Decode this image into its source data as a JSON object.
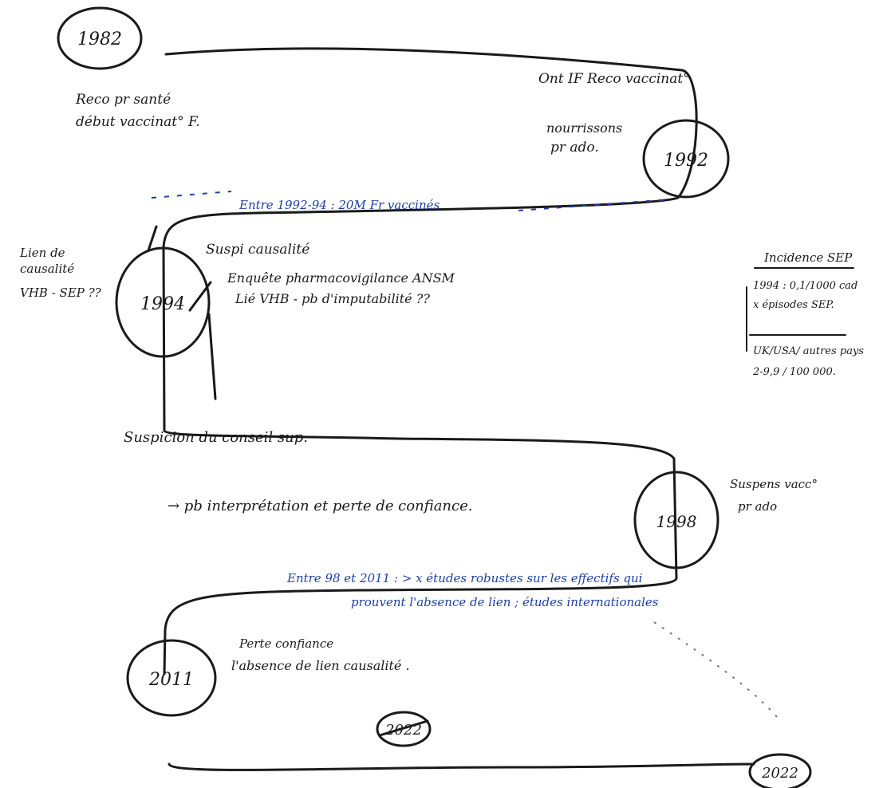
{
  "years": {
    "y1982": "1982",
    "y1992": "1992",
    "y1994": "1994",
    "y1998": "1998",
    "y2011": "2011",
    "y2022a": "2022",
    "y2022b": "2022"
  },
  "notes": {
    "n1982_l1": "Reco pr santé",
    "n1982_l2": "début vaccinat° F.",
    "n1992_top": "Ont IF Reco vaccinat°",
    "n1992_l1": "nourrissons",
    "n1992_l2": "pr ado.",
    "blue_1992_94": "Entre 1992-94 : 20M Fr vaccinés",
    "n1994_left_l1": "Lien de",
    "n1994_left_l2": "causalité",
    "n1994_left_l3": "VHB - SEP ??",
    "n1994_r1": "Suspi causalité",
    "n1994_r2": "Enquête pharmacovigilance ANSM",
    "n1994_r3": "Lié VHB - pb d'imputabilité ??",
    "incidence_title": "Incidence SEP",
    "incidence_l1": "1994 : 0,1/1000 cad",
    "incidence_l2": "x épisodes SEP.",
    "incidence_l3": "UK/USA/ autres pays",
    "incidence_l4": "2-9,9 / 100 000.",
    "n_mid_l1": "Suspicion du conseil sup.",
    "n_mid_l2": "→ pb interprétation et perte de confiance.",
    "n1998_right_l1": "Suspens vacc°",
    "n1998_right_l2": "pr ado",
    "blue_98_2011_l1": "Entre 98 et 2011 : > x études robustes sur les effectifs qui",
    "blue_98_2011_l2": "prouvent l'absence de lien ; études internationales",
    "n2011_l1": "Perte confiance",
    "n2011_l2": "l'absence de lien causalité ."
  }
}
